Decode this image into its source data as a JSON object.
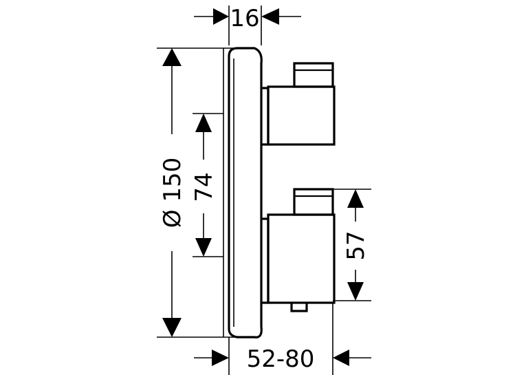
{
  "dimensions": {
    "top_width": "16",
    "diameter": "Ø 150",
    "inner_height": "74",
    "right_height": "57",
    "bottom_depth": "52-80"
  }
}
